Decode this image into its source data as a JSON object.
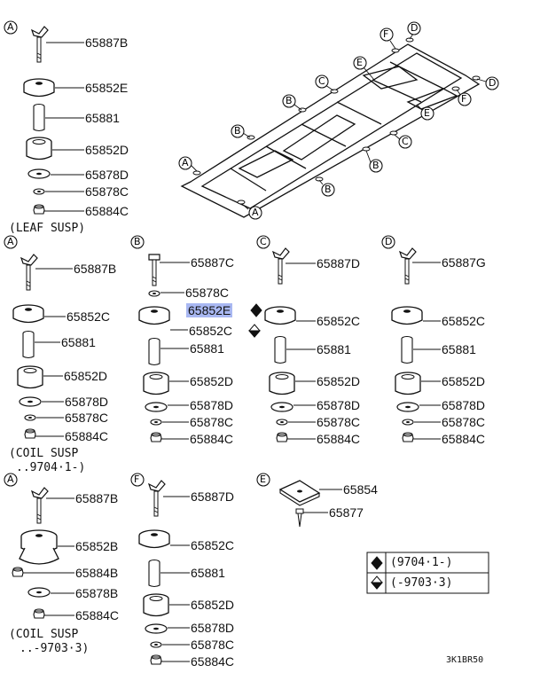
{
  "diagram": {
    "code": "3K1BR50",
    "frame_letters": [
      "A",
      "A",
      "B",
      "B",
      "B",
      "C",
      "C",
      "D",
      "D",
      "E",
      "E",
      "F",
      "F"
    ],
    "col_a_leaf": {
      "letter": "A",
      "parts": [
        "65887B",
        "65852E",
        "65881",
        "65852D",
        "65878D",
        "65878C",
        "65884C"
      ],
      "caption": "(LEAF SUSP)"
    },
    "col_a_coil1": {
      "letter": "A",
      "parts": [
        "65887B",
        "65852C",
        "65881",
        "65852D",
        "65878D",
        "65878C",
        "65884C"
      ],
      "caption_line1": "(COIL SUSP",
      "caption_line2": "..9704·1-)"
    },
    "col_b": {
      "letter": "B",
      "parts": [
        "65887C",
        "65878C",
        "65852E",
        "65852C",
        "65881",
        "65852D",
        "65878D",
        "65878C",
        "65884C"
      ]
    },
    "col_c": {
      "letter": "C",
      "parts": [
        "65887D",
        "65852C",
        "65881",
        "65852D",
        "65878D",
        "65878C",
        "65884C"
      ]
    },
    "col_d": {
      "letter": "D",
      "parts": [
        "65887G",
        "65852C",
        "65881",
        "65852D",
        "65878D",
        "65878C",
        "65884C"
      ]
    },
    "col_a_coil2": {
      "letter": "A",
      "parts": [
        "65887B",
        "65852B",
        "65884B",
        "65878B",
        "65884C"
      ],
      "caption_line1": "(COIL SUSP",
      "caption_line2": "..-9703·3)"
    },
    "col_f": {
      "letter": "F",
      "parts": [
        "65887D",
        "65852C",
        "65881",
        "65852D",
        "65878D",
        "65878C",
        "65884C"
      ]
    },
    "col_e": {
      "letter": "E",
      "parts": [
        "65854",
        "65877"
      ]
    },
    "legend": [
      {
        "symbol": "filled-diamond",
        "text": "(9704·1-)"
      },
      {
        "symbol": "half-diamond",
        "text": "(-9703·3)"
      }
    ]
  }
}
